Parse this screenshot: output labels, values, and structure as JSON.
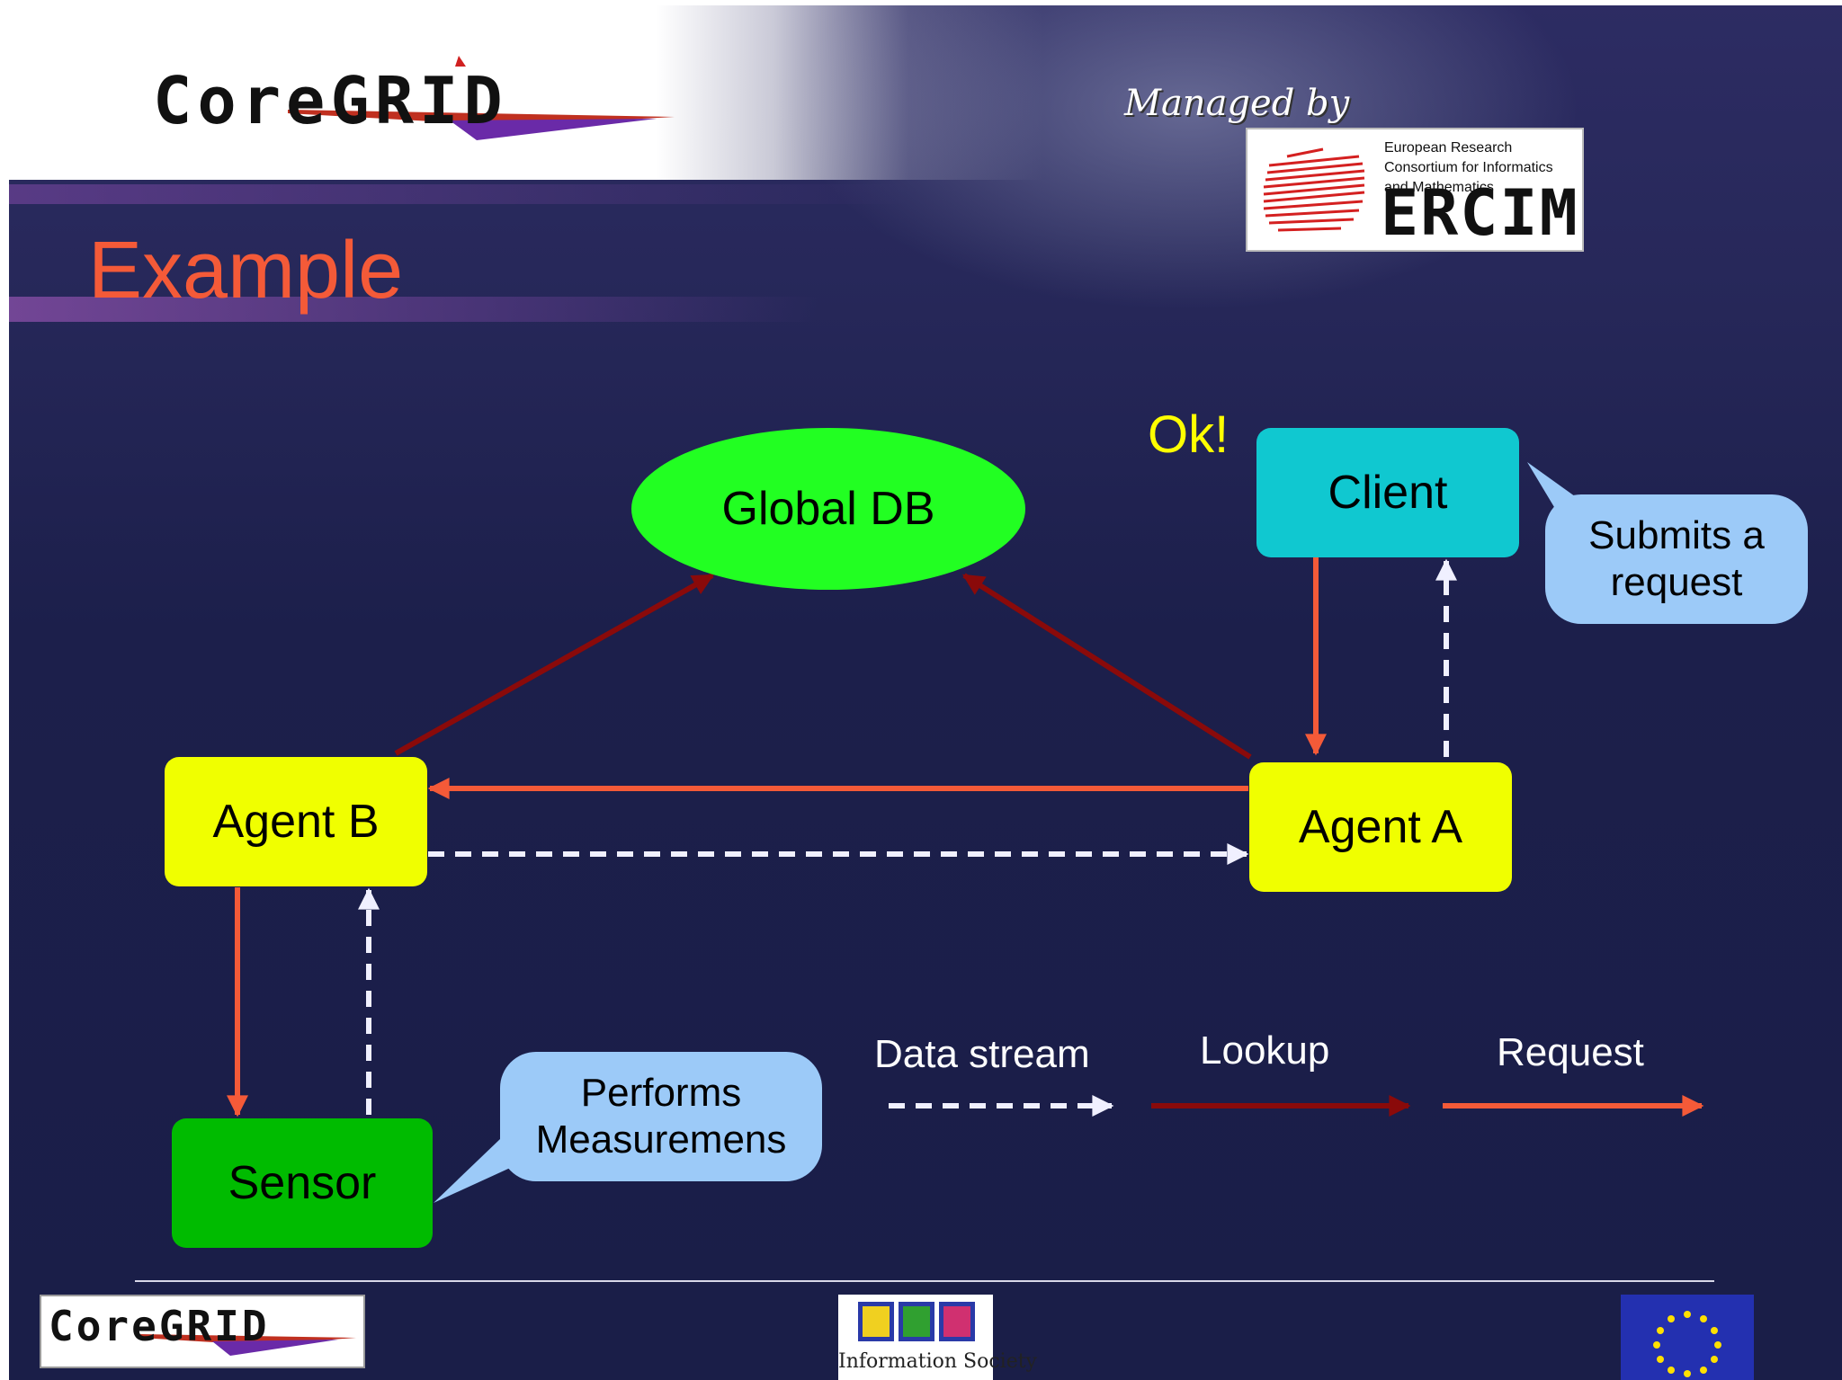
{
  "header": {
    "logo_text": "CoreGRID",
    "managed_by": "Managed by",
    "ercim_subtitle": "European Research Consortium for Informatics and Mathematics",
    "ercim_name": "ERCIM"
  },
  "slide": {
    "title": "Example"
  },
  "diagram": {
    "nodes": {
      "global_db": "Global DB",
      "client": "Client",
      "agent_a": "Agent A",
      "agent_b": "Agent B",
      "sensor": "Sensor"
    },
    "ok_label": "Ok!",
    "callouts": {
      "client": "Submits a request",
      "sensor": "Performs Measuremens"
    },
    "legend": {
      "data_stream": "Data stream",
      "lookup": "Lookup",
      "request": "Request"
    },
    "colors": {
      "request": "#f45a38",
      "lookup": "#8a0a0a",
      "data_stream": "#f0f0ff",
      "agent": "#f0ff00",
      "client": "#10c8d0",
      "global_db": "#22ff22",
      "sensor": "#00bb00",
      "callout": "#9ccaf8",
      "title": "#f45a38"
    }
  },
  "footer": {
    "logo_left": "CoreGRID",
    "logo_mid": "Information Society"
  }
}
